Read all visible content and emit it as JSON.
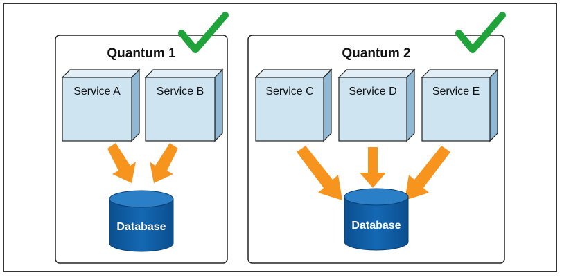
{
  "quanta": [
    {
      "title": "Quantum 1",
      "check": "checkmark-icon",
      "services": [
        "Service A",
        "Service B"
      ],
      "database": "Database"
    },
    {
      "title": "Quantum 2",
      "check": "checkmark-icon",
      "services": [
        "Service C",
        "Service D",
        "Service E"
      ],
      "database": "Database"
    }
  ],
  "colors": {
    "service_face": "#cfe4f1",
    "service_side": "#8fb8d4",
    "arrow": "#f7941d",
    "database": "#0d5fa8",
    "database_top": "#2a7fc6",
    "check": "#1fa33a"
  }
}
